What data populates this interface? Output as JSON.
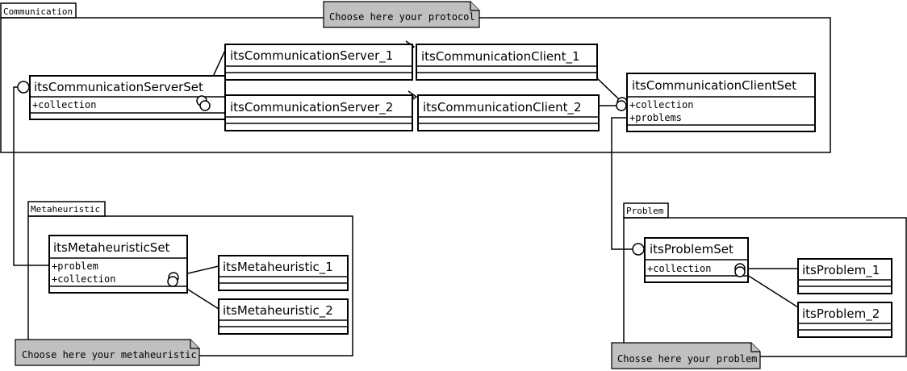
{
  "packages": {
    "communication": "Communication",
    "metaheuristic": "Metaheuristic",
    "problem": "Problem"
  },
  "notes": {
    "protocol": "Choose here your protocol",
    "metaheuristic": "Choose here your metaheuristic",
    "problem": "Chosse here your problem"
  },
  "classes": {
    "server_set": {
      "name": "itsCommunicationServerSet",
      "attrs": [
        "+collection"
      ]
    },
    "server_1": {
      "name": "itsCommunicationServer_1"
    },
    "server_2": {
      "name": "itsCommunicationServer_2"
    },
    "client_1": {
      "name": "itsCommunicationClient_1"
    },
    "client_2": {
      "name": "itsCommunicationClient_2"
    },
    "client_set": {
      "name": "itsCommunicationClientSet",
      "attrs": [
        "+collection",
        "+problems"
      ]
    },
    "meta_set": {
      "name": "itsMetaheuristicSet",
      "attrs": [
        "+problem",
        "+collection"
      ]
    },
    "meta_1": {
      "name": "itsMetaheuristic_1"
    },
    "meta_2": {
      "name": "itsMetaheuristic_2"
    },
    "problem_set": {
      "name": "itsProblemSet",
      "attrs": [
        "+collection"
      ]
    },
    "problem_1": {
      "name": "itsProblem_1"
    },
    "problem_2": {
      "name": "itsProblem_2"
    }
  }
}
